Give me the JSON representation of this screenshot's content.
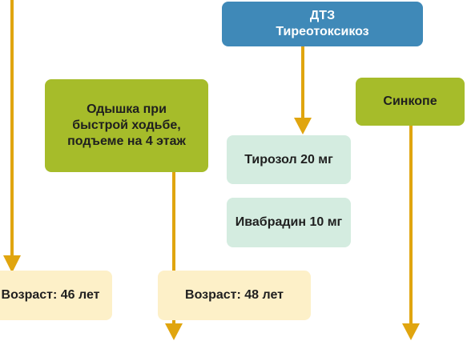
{
  "colors": {
    "arrow": "#e0a50f",
    "green_box": "#a6bc2a",
    "blue_box": "#3f89b8",
    "mint_box": "#d4ece0",
    "cream_box": "#fdf0c8"
  },
  "nodes": {
    "dtz": {
      "line1": "ДТЗ",
      "line2": "Тиреотоксикоз"
    },
    "dyspnea": {
      "lines": [
        "Одышка при",
        "быстрой ходьбе,",
        "подъеме на 4 этаж"
      ]
    },
    "syncope": {
      "label": "Синкопе"
    },
    "tyrosol": {
      "label": "Тирозол 20 мг"
    },
    "ivabradine": {
      "label": "Ивабрадин 10 мг"
    },
    "age46": {
      "label": "Возраст: 46 лет"
    },
    "age48": {
      "label": "Возраст: 48 лет"
    }
  }
}
